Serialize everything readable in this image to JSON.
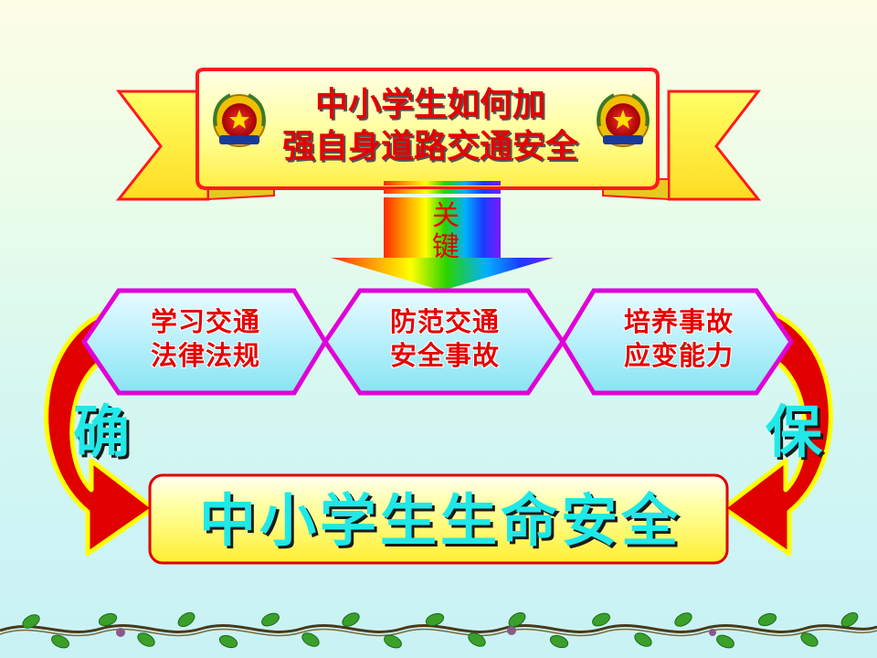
{
  "title": {
    "line1": "中小学生如何加",
    "line2": "强自身道路交通安全"
  },
  "connector": {
    "label": "关键"
  },
  "keys": [
    {
      "line1": "学习交通",
      "line2": "法律法规"
    },
    {
      "line1": "防范交通",
      "line2": "安全事故"
    },
    {
      "line1": "培养事故",
      "line2": "应变能力"
    }
  ],
  "side_labels": {
    "left": "确",
    "right": "保"
  },
  "result": {
    "text": "中小学生生命安全"
  },
  "colors": {
    "title_text": "#e60000",
    "ribbon_red": "#ff1a1a",
    "ribbon_fill": "#ffffc0",
    "hex_border": "#e000d8",
    "hex_fill": "#bff4ff",
    "arrow_red": "#e00000",
    "arrow_yellow": "#ffff00",
    "result_fill": "#ffff66",
    "cyan_text": "#22e8e8"
  },
  "icons": [
    "police-emblem-icon",
    "rainbow-down-arrow",
    "vine-border"
  ]
}
